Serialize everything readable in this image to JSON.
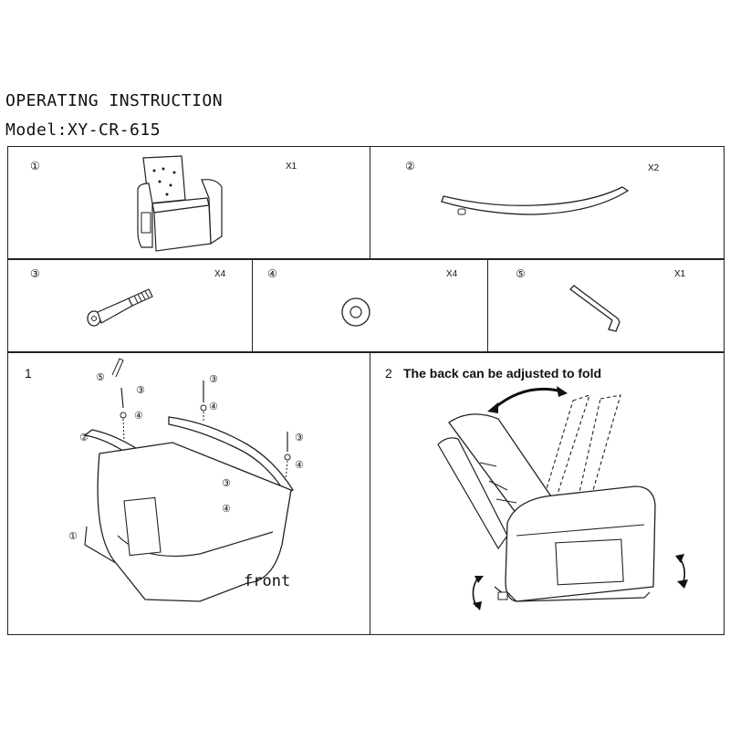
{
  "header": {
    "title": "OPERATING INSTRUCTION",
    "model": "Model:XY-CR-615"
  },
  "parts": [
    {
      "number": "①",
      "quantity": "X1",
      "icon": "recliner-chair-icon"
    },
    {
      "number": "②",
      "quantity": "X2",
      "icon": "rocker-rail-icon"
    },
    {
      "number": "③",
      "quantity": "X4",
      "icon": "bolt-icon"
    },
    {
      "number": "④",
      "quantity": "X4",
      "icon": "washer-icon"
    },
    {
      "number": "⑤",
      "quantity": "X1",
      "icon": "allen-key-icon"
    }
  ],
  "steps": [
    {
      "number": "1",
      "caption": "",
      "front_label": "front",
      "callouts": [
        "⑤",
        "③",
        "④",
        "②",
        "③",
        "④",
        "③",
        "④",
        "③",
        "④",
        "①"
      ]
    },
    {
      "number": "2",
      "caption": "The back can be adjusted to fold"
    }
  ]
}
